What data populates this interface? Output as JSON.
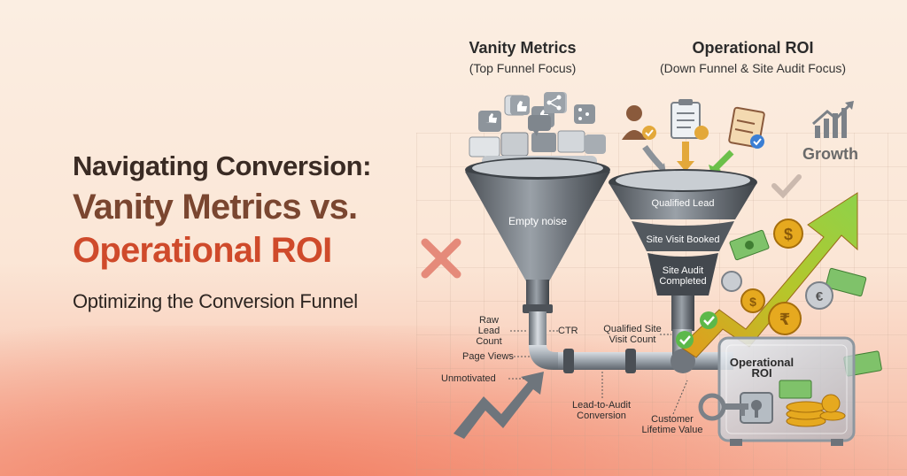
{
  "title": {
    "line1": "Navigating Conversion:",
    "line2": "Vanity Metrics vs.",
    "line3": "Operational ROI",
    "subtitle": "Optimizing the Conversion Funnel"
  },
  "left_funnel": {
    "heading": "Vanity Metrics",
    "subheading": "(Top Funnel Focus)",
    "label": "Empty noise",
    "metrics": [
      "Raw Lead Count",
      "CTR",
      "Page Views",
      "Unmotivated"
    ]
  },
  "right_funnel": {
    "heading": "Operational ROI",
    "subheading": "(Down Funnel & Site Audit Focus)",
    "stages": [
      "Qualified Lead",
      "Site Visit Booked",
      "Site Audit Completed"
    ],
    "metrics": [
      "Qualified Site Visit Count",
      "Lead-to-Audit Conversion",
      "Customer Lifetime Value"
    ]
  },
  "safe": {
    "label": "Operational ROI"
  },
  "growth_label": "Growth",
  "icons": [
    "like-icon",
    "share-icon",
    "chat-icon",
    "user-check-icon",
    "clipboard-icon",
    "dollar-coin-icon",
    "euro-coin-icon",
    "rupee-coin-icon",
    "growth-chart-icon",
    "checkmark-icon",
    "cross-icon"
  ],
  "colors": {
    "accent_red": "#cf4a2b",
    "brown": "#7a4630",
    "dark": "#3a2b24",
    "green": "#6cc04a",
    "gold": "#e0a21a"
  }
}
